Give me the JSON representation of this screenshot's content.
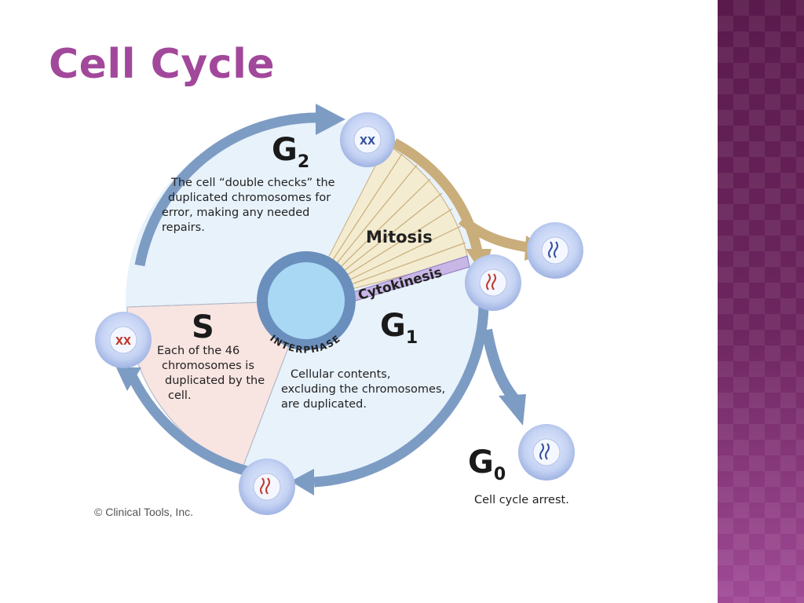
{
  "slide": {
    "title": "Cell Cycle"
  },
  "phases": {
    "g2": {
      "letter": "G",
      "sub": "2",
      "description": [
        "The cell “double checks” the",
        "duplicated chromosomes for",
        "error, making any needed",
        "repairs."
      ]
    },
    "s": {
      "letter": "S",
      "description": [
        "Each of the 46",
        "chromosomes is",
        "duplicated by the",
        "cell."
      ]
    },
    "g1": {
      "letter": "G",
      "sub": "1",
      "description": [
        "Cellular contents,",
        "excluding the chromosomes,",
        "are duplicated."
      ]
    },
    "g0": {
      "letter": "G",
      "sub": "0",
      "description": "Cell cycle arrest."
    }
  },
  "labels": {
    "mitosis": "Mitosis",
    "cytokinesis": "Cytokinesis",
    "interphase": "INTERPHASE"
  },
  "credit": "© Clinical Tools, Inc.",
  "colors": {
    "title": "#a2489b",
    "ring": "#7d9cc4",
    "g_sector": "#e8f2fb",
    "s_sector": "#f8e4e1",
    "mitosis_wedge": "#f3ecd1",
    "mitosis_arrow": "#c9ad7a",
    "cytokinesis": "#c8b7e6",
    "nucleus": "#a9d8f4",
    "sidebar": "#6e2660"
  }
}
